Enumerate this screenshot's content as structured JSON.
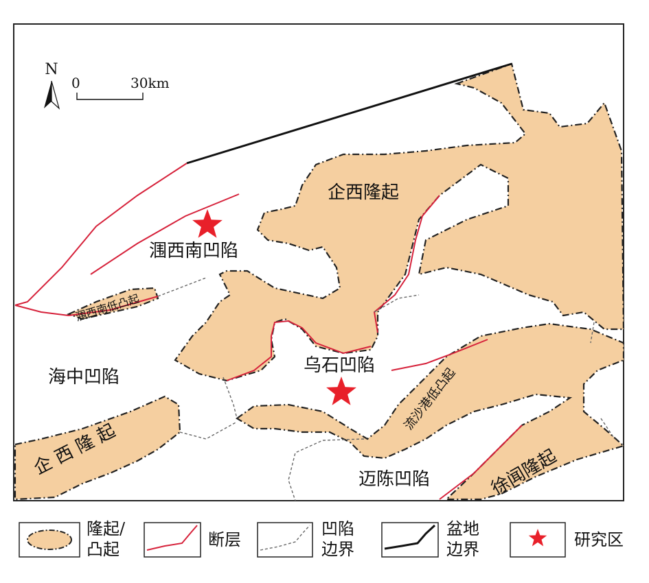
{
  "map": {
    "labels": {
      "qixi_uplift_north": "企西隆起",
      "jianxinan_sag": "涠西南凹陷",
      "jianxinan_low_uplift": "涠西南低凸起",
      "haizhong_sag": "海中凹陷",
      "qixi_uplift_south": "企 西 隆 起",
      "wushi_sag": "乌石凹陷",
      "liushagang_low_uplift": "流沙港低凸起",
      "maichen_sag": "迈陈凹陷",
      "xuwen_uplift": "徐闻隆起"
    },
    "north_arrow": "N",
    "scale_bar": {
      "start": "0",
      "end": "30km"
    },
    "colors": {
      "uplift_fill": "#f5cfa0",
      "fault": "#d6213a",
      "basin_boundary": "#111111",
      "study_area": "#e8202a",
      "sag_boundary": "#666666"
    }
  },
  "legend": {
    "uplift_line1": "隆起/",
    "uplift_line2": "凸起",
    "fault": "断层",
    "sag_line1": "凹陷",
    "sag_line2": "边界",
    "basin_line1": "盆地",
    "basin_line2": "边界",
    "study": "研究区"
  }
}
